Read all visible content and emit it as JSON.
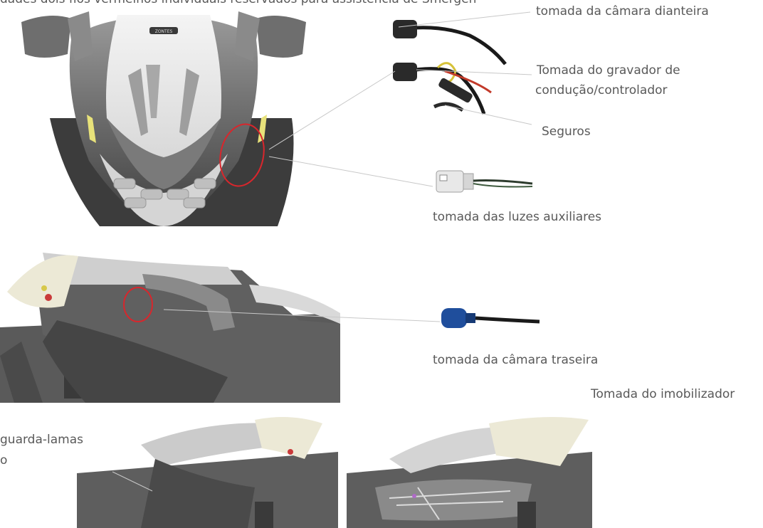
{
  "top_text": "dades dois fios vermelhos individuais reservados para assistência de Smergen",
  "labels": {
    "front_camera": "tomada da câmara dianteira",
    "recorder_line1": "Tomada do gravador de",
    "recorder_line2": "condução/controlador",
    "fuses": "Seguros",
    "aux_lights": "tomada das luzes auxiliares",
    "rear_camera": "tomada da câmara traseira",
    "immobilizer": "Tomada do imobilizador",
    "fender_line1": "guarda-lamas",
    "fender_line2": "o"
  },
  "logo_text": "ZONTES",
  "colors": {
    "text": "#595959",
    "highlight_circle": "#d9262c",
    "leader_line": "#c8c8c8",
    "body_dark": "#4a4a4a",
    "body_mid": "#8c8c8c",
    "body_light": "#e6e6e6",
    "indicator_yellow": "#e8e27a",
    "rear_plug_blue": "#1f4e9c"
  }
}
